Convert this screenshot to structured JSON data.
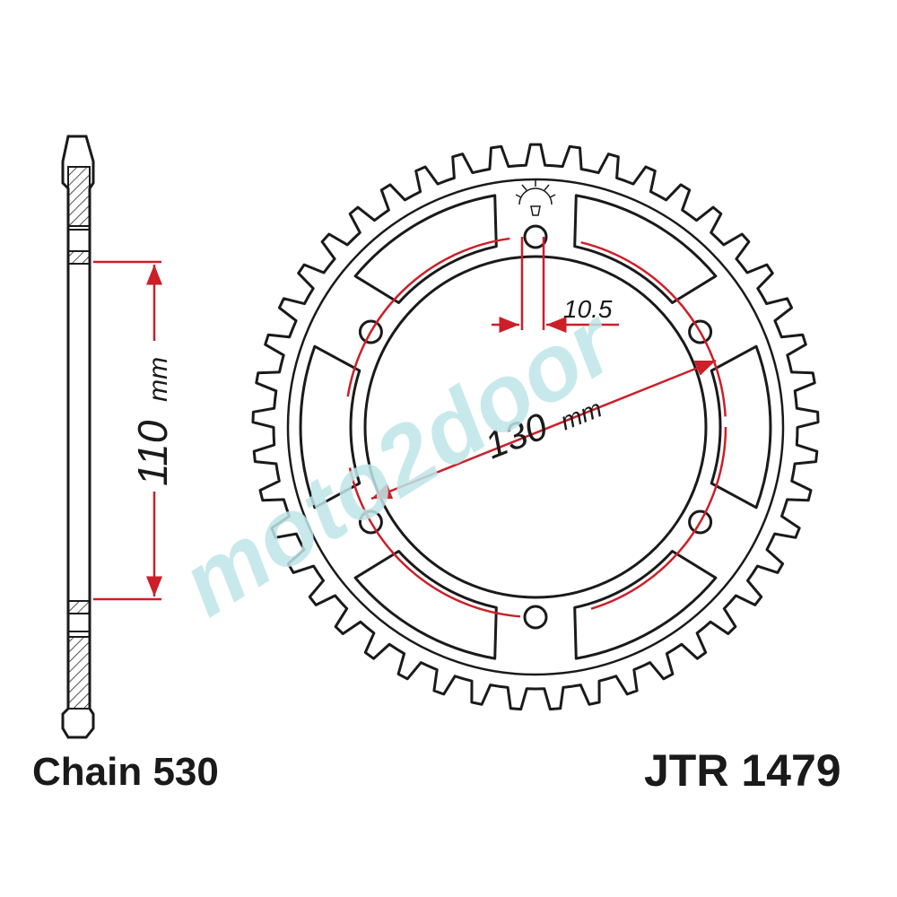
{
  "labels": {
    "chain": "Chain 530",
    "part_number": "JTR 1479"
  },
  "dimensions": {
    "thickness_value": "110",
    "thickness_unit": "mm",
    "bore_value": "130",
    "bore_unit": "mm",
    "bolt_hole_value": "10.5"
  },
  "watermark": {
    "text": "moto2door"
  },
  "sprocket": {
    "teeth": 45,
    "bolt_holes": 6,
    "lightening_cutouts": 6
  },
  "colors": {
    "outline": "#1a1a1a",
    "dimension": "#cc1f28",
    "watermark": "#bfe6e8",
    "hatch": "#1a1a1a"
  }
}
